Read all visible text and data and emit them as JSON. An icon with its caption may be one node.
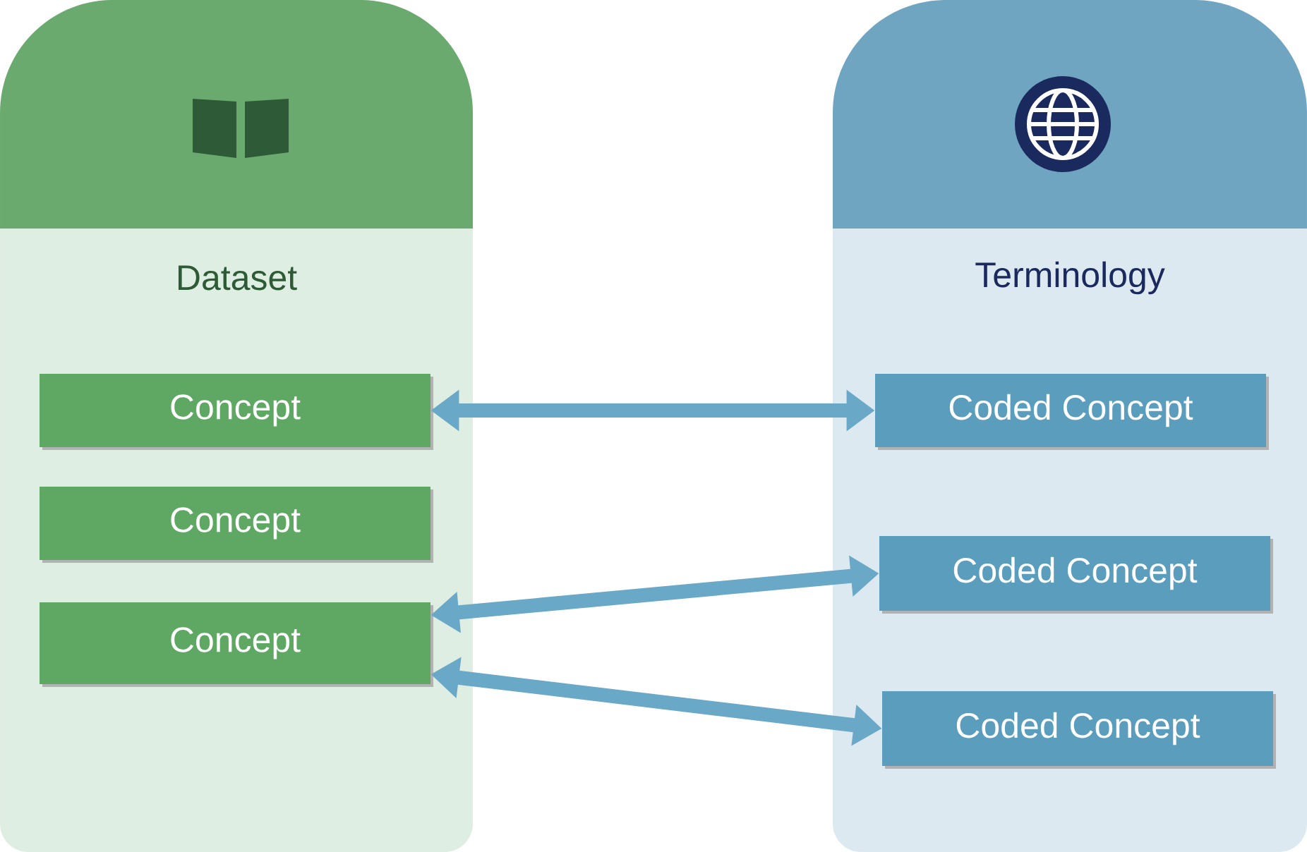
{
  "diagram": {
    "nodes": [
      {
        "text": [
          "Dataset"
        ]
      },
      {
        "text": [
          "Concept"
        ],
        "in": 0
      },
      {
        "text": [
          "Concept"
        ],
        "in": 0
      },
      {
        "text": [
          "Concept"
        ],
        "in": 0
      },
      {
        "text": [
          "Terminology"
        ]
      },
      {
        "text": [
          "Coded Concept"
        ],
        "in": 4
      },
      {
        "text": [
          "Coded Concept"
        ],
        "in": 4
      },
      {
        "text": [
          "Coded Concept"
        ],
        "in": 4
      }
    ],
    "edges": [
      {
        "from": 1,
        "to": 5,
        "arrow": "both"
      },
      {
        "from": 3,
        "to": 6,
        "arrow": "both"
      },
      {
        "from": 3,
        "to": 7,
        "arrow": "both"
      }
    ]
  }
}
